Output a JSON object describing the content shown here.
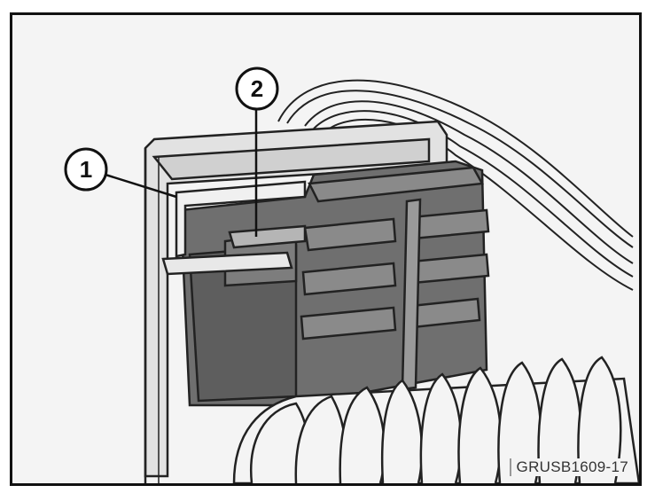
{
  "callouts": [
    {
      "number": "1"
    },
    {
      "number": "2"
    }
  ],
  "figure_code": "GRUSB1609-17",
  "colors": {
    "frame": "#111111",
    "background": "#f4f4f4",
    "connector_dark": "#6f6f6f",
    "connector_mid": "#8a8a8a",
    "connector_light": "#a9a9a9",
    "housing": "#e2e2e2",
    "outline": "#222222"
  }
}
